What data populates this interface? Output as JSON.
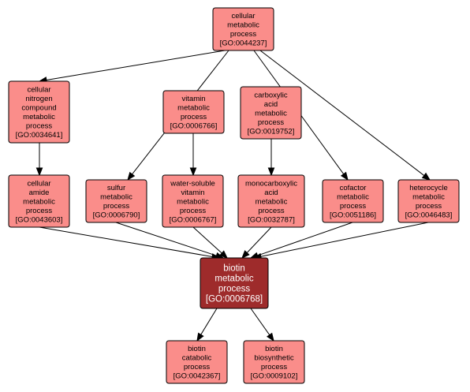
{
  "colors": {
    "node_fill": "#fa8d8a",
    "focus_fill": "#9e2b2b",
    "edge": "#000000",
    "background": "#ffffff"
  },
  "nodes": [
    {
      "id": "GO:0044237",
      "lines": [
        "cellular",
        "metabolic",
        "process",
        "[GO:0044237]"
      ]
    },
    {
      "id": "GO:0034641",
      "lines": [
        "cellular",
        "nitrogen",
        "compound",
        "metabolic",
        "process",
        "[GO:0034641]"
      ]
    },
    {
      "id": "GO:0006766",
      "lines": [
        "vitamin",
        "metabolic",
        "process",
        "[GO:0006766]"
      ]
    },
    {
      "id": "GO:0019752",
      "lines": [
        "carboxylic",
        "acid",
        "metabolic",
        "process",
        "[GO:0019752]"
      ]
    },
    {
      "id": "GO:0043603",
      "lines": [
        "cellular",
        "amide",
        "metabolic",
        "process",
        "[GO:0043603]"
      ]
    },
    {
      "id": "GO:0006790",
      "lines": [
        "sulfur",
        "metabolic",
        "process",
        "[GO:0006790]"
      ]
    },
    {
      "id": "GO:0006767",
      "lines": [
        "water-soluble",
        "vitamin",
        "metabolic",
        "process",
        "[GO:0006767]"
      ]
    },
    {
      "id": "GO:0032787",
      "lines": [
        "monocarboxylic",
        "acid",
        "metabolic",
        "process",
        "[GO:0032787]"
      ]
    },
    {
      "id": "GO:0051186",
      "lines": [
        "cofactor",
        "metabolic",
        "process",
        "[GO:0051186]"
      ]
    },
    {
      "id": "GO:0046483",
      "lines": [
        "heterocycle",
        "metabolic",
        "process",
        "[GO:0046483]"
      ]
    },
    {
      "id": "GO:0006768",
      "lines": [
        "biotin",
        "metabolic",
        "process",
        "[GO:0006768]"
      ],
      "focus": true
    },
    {
      "id": "GO:0042367",
      "lines": [
        "biotin",
        "catabolic",
        "process",
        "[GO:0042367]"
      ]
    },
    {
      "id": "GO:0009102",
      "lines": [
        "biotin",
        "biosynthetic",
        "process",
        "[GO:0009102]"
      ]
    }
  ],
  "edges": [
    {
      "from": "GO:0044237",
      "to": "GO:0034641"
    },
    {
      "from": "GO:0044237",
      "to": "GO:0006790"
    },
    {
      "from": "GO:0044237",
      "to": "GO:0051186"
    },
    {
      "from": "GO:0044237",
      "to": "GO:0046483"
    },
    {
      "from": "GO:0034641",
      "to": "GO:0043603"
    },
    {
      "from": "GO:0006766",
      "to": "GO:0006767"
    },
    {
      "from": "GO:0019752",
      "to": "GO:0032787"
    },
    {
      "from": "GO:0043603",
      "to": "GO:0006768"
    },
    {
      "from": "GO:0006790",
      "to": "GO:0006768"
    },
    {
      "from": "GO:0006767",
      "to": "GO:0006768"
    },
    {
      "from": "GO:0032787",
      "to": "GO:0006768"
    },
    {
      "from": "GO:0051186",
      "to": "GO:0006768"
    },
    {
      "from": "GO:0046483",
      "to": "GO:0006768"
    },
    {
      "from": "GO:0006768",
      "to": "GO:0042367"
    },
    {
      "from": "GO:0006768",
      "to": "GO:0009102"
    }
  ]
}
